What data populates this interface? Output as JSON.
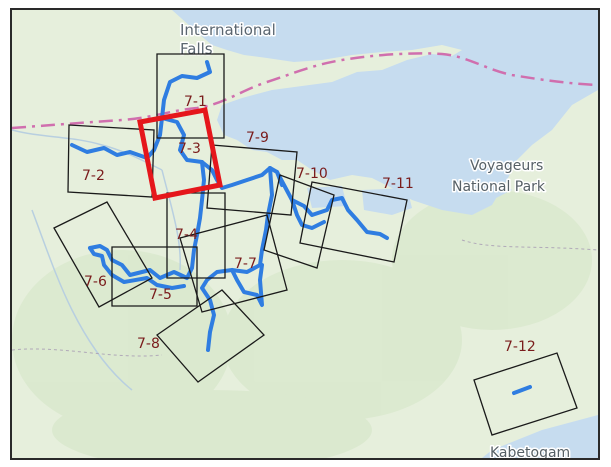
{
  "map": {
    "place_labels": {
      "international_falls_line1": "International",
      "international_falls_line2": "Falls",
      "voyageurs_line1": "Voyageurs",
      "voyageurs_line2": "National Park",
      "kabetogama": "Kabetogam"
    },
    "grid_tiles": [
      {
        "id": "7-1",
        "label": "7-1",
        "highlighted": false
      },
      {
        "id": "7-2",
        "label": "7-2",
        "highlighted": false
      },
      {
        "id": "7-3",
        "label": "7-3",
        "highlighted": true
      },
      {
        "id": "7-4",
        "label": "7-4",
        "highlighted": false
      },
      {
        "id": "7-5",
        "label": "7-5",
        "highlighted": false
      },
      {
        "id": "7-6",
        "label": "7-6",
        "highlighted": false
      },
      {
        "id": "7-7",
        "label": "7-7",
        "highlighted": false
      },
      {
        "id": "7-8",
        "label": "7-8",
        "highlighted": false
      },
      {
        "id": "7-9",
        "label": "7-9",
        "highlighted": false
      },
      {
        "id": "7-10",
        "label": "7-10",
        "highlighted": false
      },
      {
        "id": "7-11",
        "label": "7-11",
        "highlighted": false
      },
      {
        "id": "7-12",
        "label": "7-12",
        "highlighted": false
      }
    ],
    "colors": {
      "land": "#e6efdc",
      "land_dark": "#d7e6cb",
      "water": "#c6dcef",
      "route": "#2f7de1",
      "tile_outline": "#1a1a1a",
      "highlight": "#e5161b",
      "boundary": "#d06fae",
      "label": "#7a1c1c"
    }
  }
}
